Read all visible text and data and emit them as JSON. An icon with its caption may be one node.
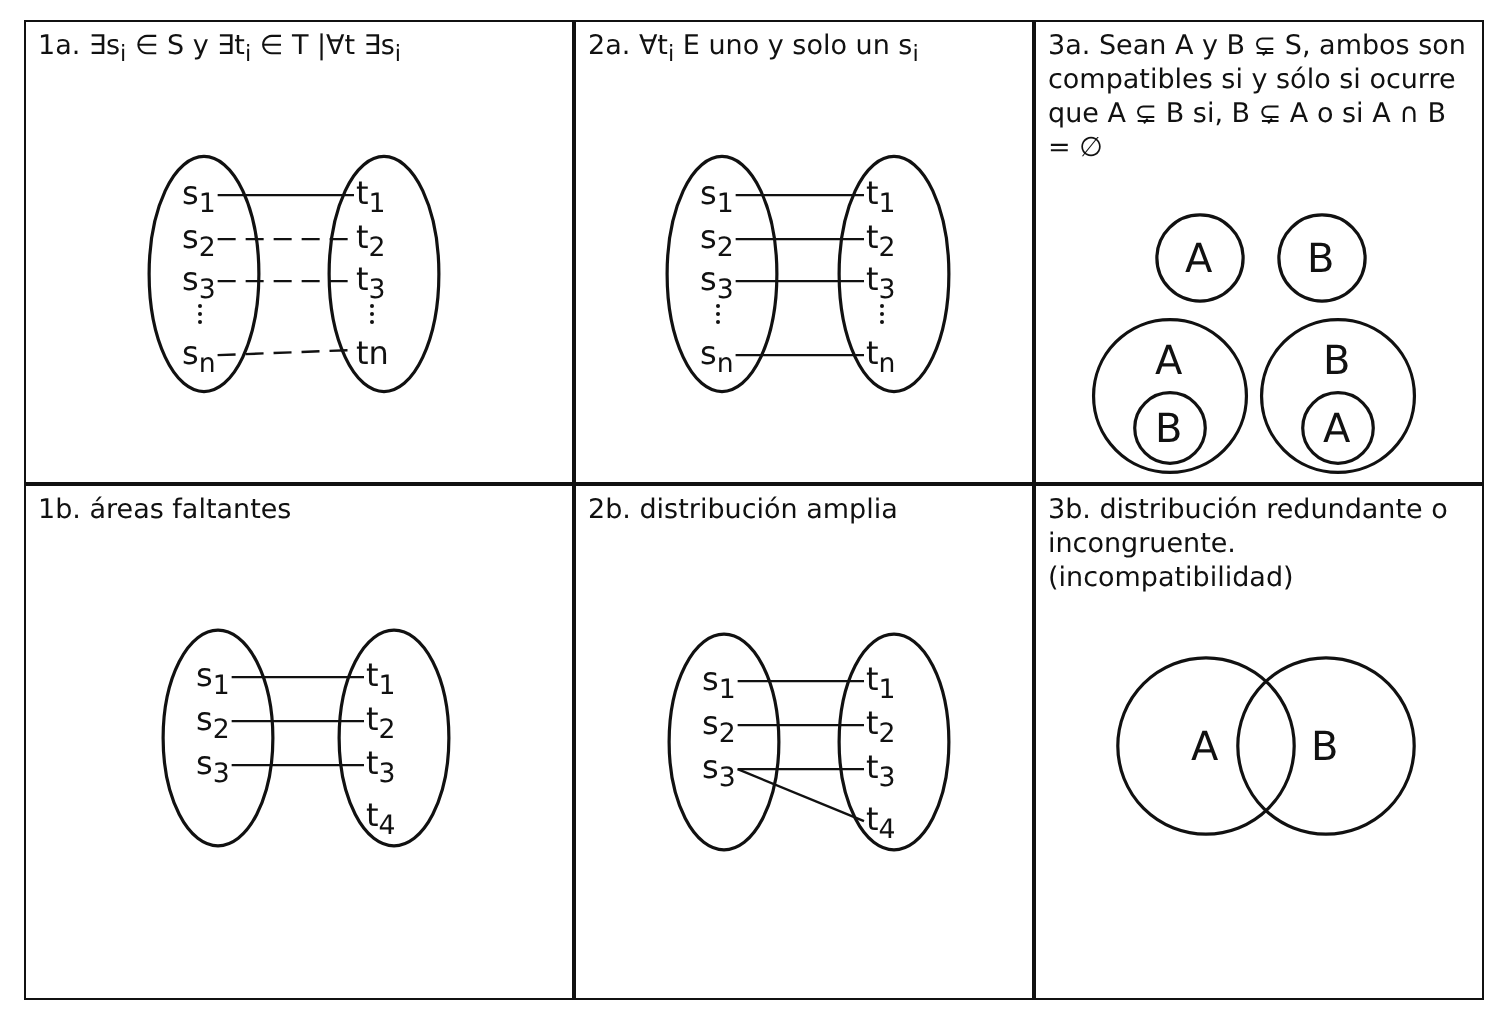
{
  "diagram": {
    "nodes": [
      {
        "text": [
          "1a. ∃s$_{i}$ ∈ S y ∃t$_{i}$ ∈ T |∀t ∃s$_{i}$"
        ]
      },
      {
        "text": [],
        "shape": "ellipse",
        "in": 0
      },
      {
        "text": [
          "s$_{1}$"
        ],
        "in": 1
      },
      {
        "text": [
          "s$_{2}$"
        ],
        "in": 1
      },
      {
        "text": [
          "s$_{3}$"
        ],
        "in": 1
      },
      {
        "text": [
          "s$_{n}$"
        ],
        "in": 1
      },
      {
        "text": [],
        "shape": "ellipse",
        "in": 0
      },
      {
        "text": [
          "t$_{1}$"
        ],
        "in": 6
      },
      {
        "text": [
          "t$_{2}$"
        ],
        "in": 6
      },
      {
        "text": [
          "t$_{3}$"
        ],
        "in": 6
      },
      {
        "text": [
          "tn"
        ],
        "in": 6
      },
      {
        "text": [
          "2a. ∀t$_{i}$ E uno y solo un s$_{i}$"
        ]
      },
      {
        "text": [],
        "shape": "ellipse",
        "in": 11
      },
      {
        "text": [
          "s$_{1}$"
        ],
        "in": 12
      },
      {
        "text": [
          "s$_{2}$"
        ],
        "in": 12
      },
      {
        "text": [
          "s$_{3}$"
        ],
        "in": 12
      },
      {
        "text": [
          "s$_{n}$"
        ],
        "in": 12
      },
      {
        "text": [],
        "shape": "ellipse",
        "in": 11
      },
      {
        "text": [
          "t$_{1}$"
        ],
        "in": 17
      },
      {
        "text": [
          "t$_{2}$"
        ],
        "in": 17
      },
      {
        "text": [
          "t$_{3}$"
        ],
        "in": 17
      },
      {
        "text": [
          "t$_{n}$"
        ],
        "in": 17
      },
      {
        "text": [
          "3a. Sean A y B ⊊ S, ambos son compatibles si y sólo si ocurre que A ⊊ B si, B ⊊ A o si A ∩ B = ∅"
        ]
      },
      {
        "text": [
          "A"
        ],
        "in": 22
      },
      {
        "text": [
          "B"
        ],
        "in": 22
      },
      {
        "text": [
          "A"
        ],
        "in": 22
      },
      {
        "text": [
          "B"
        ],
        "in": 25
      },
      {
        "text": [
          "B"
        ],
        "in": 22
      },
      {
        "text": [
          "A"
        ],
        "in": 27
      },
      {
        "text": [
          "1b. áreas faltantes"
        ]
      },
      {
        "text": [],
        "shape": "ellipse",
        "in": 29
      },
      {
        "text": [
          "s$_{1}$"
        ],
        "in": 30
      },
      {
        "text": [
          "s$_{2}$"
        ],
        "in": 30
      },
      {
        "text": [
          "s$_{3}$"
        ],
        "in": 30
      },
      {
        "text": [],
        "shape": "ellipse",
        "in": 29
      },
      {
        "text": [
          "t$_{1}$"
        ],
        "in": 34
      },
      {
        "text": [
          "t$_{2}$"
        ],
        "in": 34
      },
      {
        "text": [
          "t$_{3}$"
        ],
        "in": 34
      },
      {
        "text": [
          "t$_{4}$"
        ],
        "in": 34
      },
      {
        "text": [
          "2b. distribución amplia"
        ]
      },
      {
        "text": [],
        "shape": "ellipse",
        "in": 39
      },
      {
        "text": [
          "s$_{1}$"
        ],
        "in": 40
      },
      {
        "text": [
          "s$_{2}$"
        ],
        "in": 40
      },
      {
        "text": [
          "s$_{3}$"
        ],
        "in": 40
      },
      {
        "text": [],
        "shape": "ellipse",
        "in": 39
      },
      {
        "text": [
          "t$_{1}$"
        ],
        "in": 44
      },
      {
        "text": [
          "t$_{2}$"
        ],
        "in": 44
      },
      {
        "text": [
          "t$_{3}$"
        ],
        "in": 44
      },
      {
        "text": [
          "t$_{4}$"
        ],
        "in": 44
      },
      {
        "text": [
          "3b. distribución redundante o incongruente. (incompatibilidad)"
        ]
      },
      {
        "text": [
          "A"
        ],
        "in": 49
      },
      {
        "text": [
          "B"
        ],
        "in": 49
      }
    ],
    "edges": [
      {
        "from": 2,
        "to": 7,
        "arrow": "none"
      },
      {
        "from": 3,
        "to": 8,
        "arrow": "none",
        "style": "dashed"
      },
      {
        "from": 4,
        "to": 9,
        "arrow": "none",
        "style": "dashed"
      },
      {
        "from": 5,
        "to": 10,
        "arrow": "none",
        "style": "dashed"
      },
      {
        "from": 13,
        "to": 18,
        "arrow": "none"
      },
      {
        "from": 14,
        "to": 19,
        "arrow": "none"
      },
      {
        "from": 15,
        "to": 20,
        "arrow": "none"
      },
      {
        "from": 16,
        "to": 21,
        "arrow": "none"
      },
      {
        "from": 31,
        "to": 35,
        "arrow": "none"
      },
      {
        "from": 32,
        "to": 36,
        "arrow": "none"
      },
      {
        "from": 33,
        "to": 37,
        "arrow": "none"
      },
      {
        "from": 41,
        "to": 45,
        "arrow": "none"
      },
      {
        "from": 42,
        "to": 46,
        "arrow": "none"
      },
      {
        "from": 43,
        "to": 47,
        "arrow": "none"
      },
      {
        "from": 43,
        "to": 48,
        "arrow": "none"
      }
    ]
  }
}
